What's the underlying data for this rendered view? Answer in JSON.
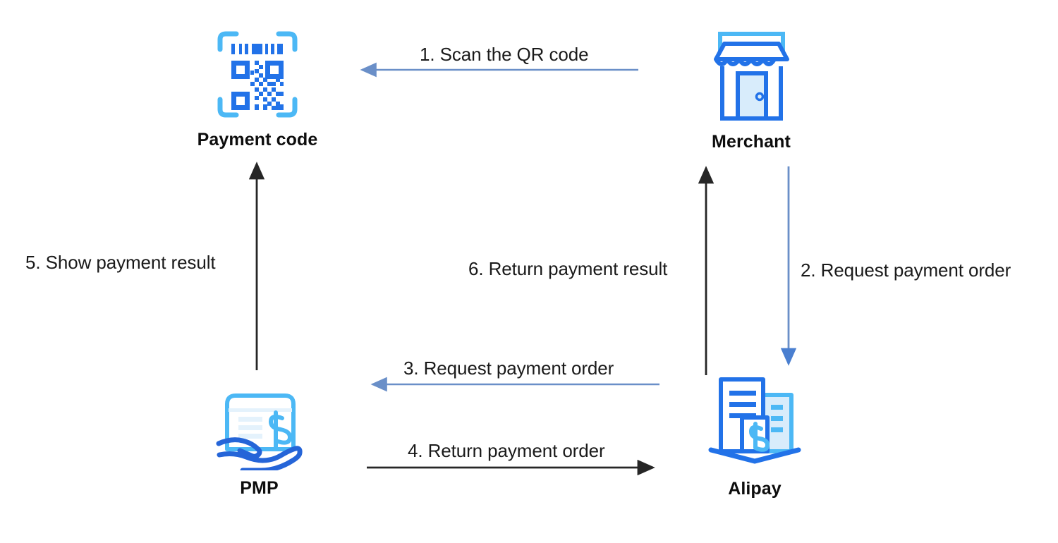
{
  "diagram": {
    "title": "Alipay QR payment sequence flow",
    "background_color": "#ffffff",
    "colors": {
      "accent_blue": "#2272e8",
      "light_blue": "#4cb8f5",
      "pale_blue": "#d8ecfb",
      "arrow_blue": "#6a8fc8",
      "arrow_black": "#262626",
      "label_text": "#0d0d0d"
    },
    "nodes": [
      {
        "id": "payment-code",
        "label": "Payment code",
        "icon": "qr-code-scan-icon"
      },
      {
        "id": "merchant",
        "label": "Merchant",
        "icon": "storefront-icon"
      },
      {
        "id": "pmp",
        "label": "PMP",
        "icon": "hand-holding-payment-icon"
      },
      {
        "id": "alipay",
        "label": "Alipay",
        "icon": "building-dollar-icon"
      }
    ],
    "edges": [
      {
        "step": "1",
        "label": "1. Scan the QR code",
        "from": "merchant",
        "to": "payment-code",
        "direction": "left",
        "color": "#6a8fc8"
      },
      {
        "step": "2",
        "label": "2. Request payment order",
        "from": "merchant",
        "to": "alipay",
        "direction": "down",
        "color": "#6a8fc8"
      },
      {
        "step": "3",
        "label": "3. Request payment order",
        "from": "alipay",
        "to": "pmp",
        "direction": "left",
        "color": "#6a8fc8"
      },
      {
        "step": "4",
        "label": "4. Return payment order",
        "from": "pmp",
        "to": "alipay",
        "direction": "right",
        "color": "#262626"
      },
      {
        "step": "5",
        "label": "5. Show payment result",
        "from": "pmp",
        "to": "payment-code",
        "direction": "up",
        "color": "#262626"
      },
      {
        "step": "6",
        "label": "6. Return payment result",
        "from": "alipay",
        "to": "merchant",
        "direction": "up",
        "color": "#262626"
      }
    ]
  }
}
